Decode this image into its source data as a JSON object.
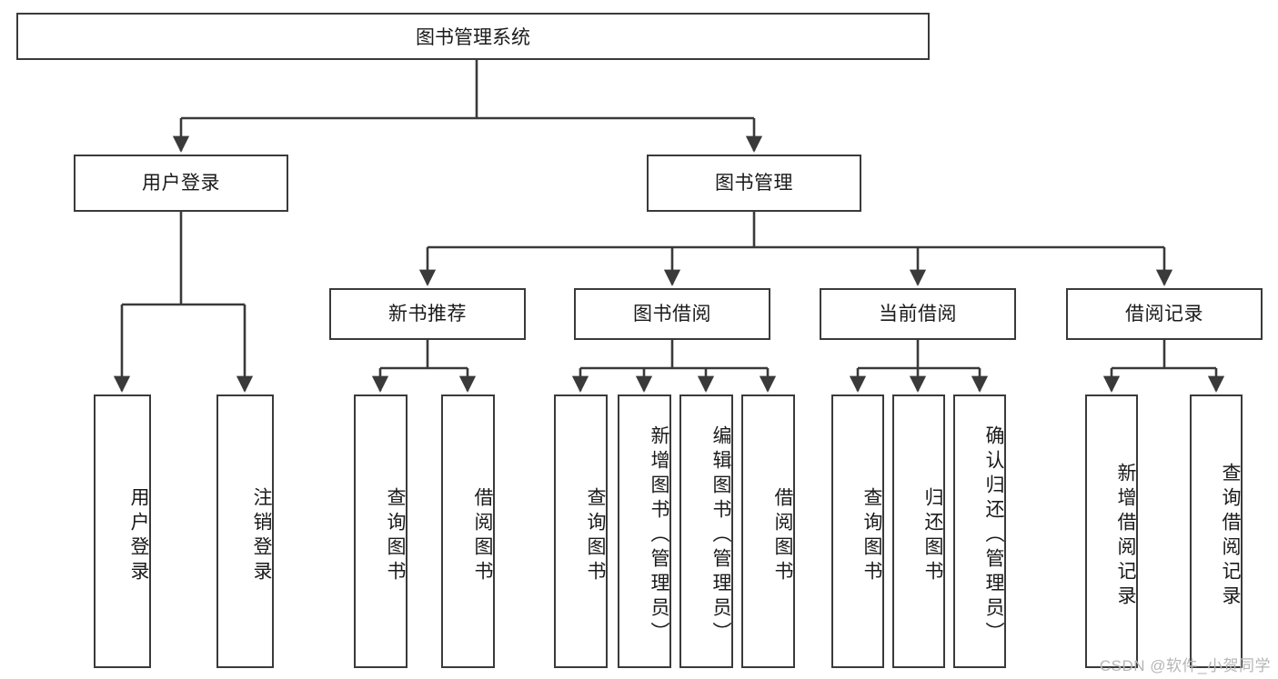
{
  "diagram": {
    "title": "图书管理系统",
    "type": "hierarchy-tree",
    "line_color": "#3a3a3a",
    "box_fill": "#ffffff",
    "text_color": "#1a1a1a",
    "root": {
      "label": "图书管理系统"
    },
    "level2": [
      {
        "label": "用户登录"
      },
      {
        "label": "图书管理"
      }
    ],
    "level3": [
      {
        "label": "新书推荐"
      },
      {
        "label": "图书借阅"
      },
      {
        "label": "当前借阅"
      },
      {
        "label": "借阅记录"
      }
    ],
    "leaves": {
      "user_login": [
        {
          "label": "用户登录"
        },
        {
          "label": "注销登录"
        }
      ],
      "new_book_recommend": [
        {
          "label": "查询图书"
        },
        {
          "label": "借阅图书"
        }
      ],
      "book_borrow": [
        {
          "label": "查询图书"
        },
        {
          "label": "新增图书（管理员）"
        },
        {
          "label": "编辑图书（管理员）"
        },
        {
          "label": "借阅图书"
        }
      ],
      "current_borrow": [
        {
          "label": "查询图书"
        },
        {
          "label": "归还图书"
        },
        {
          "label": "确认归还（管理员）"
        }
      ],
      "borrow_record": [
        {
          "label": "新增借阅记录"
        },
        {
          "label": "查询借阅记录"
        }
      ]
    }
  },
  "watermark": {
    "text": "CSDN @软件_小贺同学"
  }
}
